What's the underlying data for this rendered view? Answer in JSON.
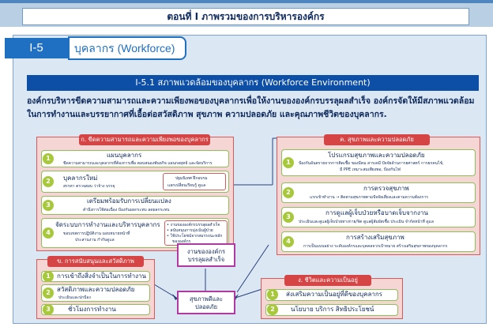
{
  "header": {
    "title": "ตอนที่ I   ภาพรวมของการบริหารองค์กร"
  },
  "section": {
    "number": "I-5",
    "title": "บุคลากร (Workforce)"
  },
  "subsection": {
    "banner": "I-5.1 สภาพแวดล้อมของบุคลากร (Workforce Environment)"
  },
  "intro": {
    "line1": "องค์กรบริหารขีดความสามารถและความเพียงพอของบุคลากรเพื่อให้งานขององค์กรบรรลุผลสำเร็จ องค์กรจัดให้มีสภาพแวดล้อม",
    "line2": "ในการทำงานและบรรยากาศที่เอื้อต่อสวัสดิภาพ สุขภาพ ความปลอดภัย และคุณภาพชีวิตของบุคลากร."
  },
  "box_a": {
    "header": "ก. ขีดความสามารถและความเพียงพอของบุคลากร",
    "items": [
      {
        "num": "1",
        "title": "แผนบุคลากร",
        "sub": "ขีดความสามารถและบุคลากรที่ต้องการเพื่อ ตอบสนองพันธกิจ แผนกลยุทธ์ และจัดบริการ"
      },
      {
        "num": "2",
        "title": "บุคลากรใหม่",
        "sub": "สรรหา ตรวจสอบ ว่าจ้าง บรรจุ",
        "side1": "ปฐมนิเทศ ฝึกอบรม",
        "side2": "แลกเปลี่ยนเรียนรู้ ดูแล"
      },
      {
        "num": "3",
        "title": "เตรียมพร้อมรับการเปลี่ยนแปลง",
        "sub": "คำนึงการใช้ต่อเนื่อง ป้องกันผลกระทบ ลดผลกระทบ"
      },
      {
        "num": "4",
        "title": "จัดระบบการทำงานและบริหารบุคลากร",
        "sub1": "ขอบเขตการปฏิบัติงาน มอบหมายหน้าที่",
        "sub2": "ประสานงาน กำกับดูแล",
        "bul1": "• งานขององค์กรบรรลุผลสำเร็จ",
        "bul2": "• สนับสนุนการมุ่งเน้นผู้ป่วย",
        "bul3": "• ใช้ประโยชน์จากสมรรถนะหลัก",
        "bul4": "ขององค์กร"
      }
    ]
  },
  "box_b": {
    "header": "ข. การสนับสนุนและสวัสดิภาพ",
    "items": [
      {
        "num": "1",
        "title": "การเข้าถึงสิ่งจำเป็นในการทำงาน"
      },
      {
        "num": "2",
        "title": "สวัสดิภาพและความปลอดภัย",
        "sub": "ประเมินและปกป้อง"
      },
      {
        "num": "3",
        "title": "ชั่วโมงการทำงาน"
      }
    ]
  },
  "box_c": {
    "header": "ค. สุขภาพและความปลอดภัย",
    "items": [
      {
        "num": "1",
        "title": "โปรแกรมสุขภาพและความปลอดภัย",
        "sub1": "ป้องกันอันตรายจากการติดเชื้อ ของมีคม สารเคมี ปัจจัยด้านการยศาสตร์ การยกคนไข้,",
        "sub2": "มี PPE เหมาะสมเพียงพอ, ป้องกันไฟ"
      },
      {
        "num": "2",
        "title": "การตรวจสุขภาพ",
        "sub": "แรกเข้าทำงาน → ติดตามสุขภาพตามปัจจัยเสี่ยงและตามความต้องการ"
      },
      {
        "num": "3",
        "title": "การดูแลผู้เจ็บป่วยหรือบาดเจ็บจากงาน",
        "sub": "ประเมินและดูแลผู้เจ็บป่วยทางกาย/จิต ดูแลผู้สัมผัสเชื้อ ประเมิน จำกัดหน้าที่ ดูแล"
      },
      {
        "num": "4",
        "title": "การสร้างเสริมสุขภาพ",
        "sub": "การเป็นแบบอย่าง ระดับองค์กรและบุคคลจากเป้าหมาย สร้างเสริมสุขภาพของบุคลากร"
      }
    ]
  },
  "box_d": {
    "header": "ง. ชีวิตและความเป็นอยู่",
    "items": [
      {
        "num": "1",
        "title": "ส่งเสริมความเป็นอยู่ที่ดีของบุคลากร"
      },
      {
        "num": "2",
        "title": "นโยบาย บริการ สิทธิประโยชน์"
      }
    ]
  },
  "center": {
    "goal1": "งานขององค์กร",
    "goal2": "บรรลุผลสำเร็จ",
    "health1": "สุขภาพดีและ",
    "health2": "ปลอดภัย"
  },
  "colors": {
    "accent": "#1f6fc3",
    "red": "#d64545",
    "green": "#a7c83a",
    "magenta": "#b03aa2"
  }
}
